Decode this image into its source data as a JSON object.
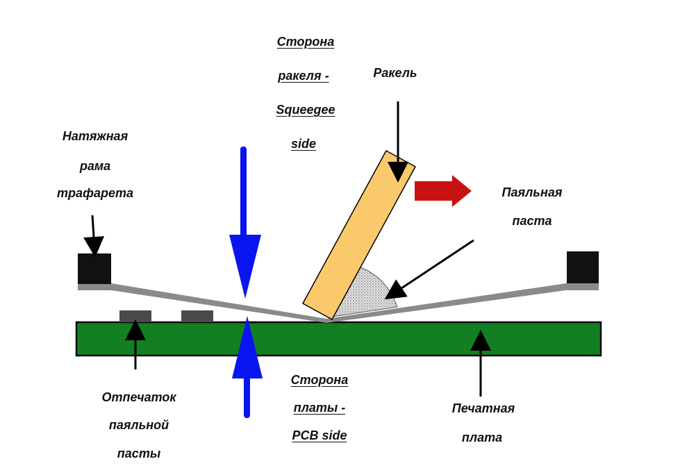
{
  "labels": {
    "squeegee_side": [
      "Сторона ",
      "ракеля - ",
      "Squeegee ",
      "side"
    ],
    "squeegee": "Ракель",
    "stencil_frame": [
      "Натяжная",
      "рама",
      "трафарета"
    ],
    "solder_paste": [
      "Паяльная",
      "паста"
    ],
    "paste_print": [
      "Отпечаток",
      "паяльной",
      "пасты"
    ],
    "pcb_side": [
      "Сторона ",
      "платы - ",
      "PCB side"
    ],
    "pcb": [
      "Печатная",
      "плата"
    ]
  },
  "colors": {
    "pcb": "#127f22",
    "squeegee": "#fac96c",
    "blue_arrow": "#0a14f0",
    "red_arrow": "#c81212",
    "stencil": "#8a8a8a",
    "frame_block": "#111111",
    "pad": "#4a4a4a",
    "paste": "#cccccc"
  },
  "icons": {
    "direction": "red-right-arrow",
    "pressure": "blue-vertical-arrows"
  }
}
